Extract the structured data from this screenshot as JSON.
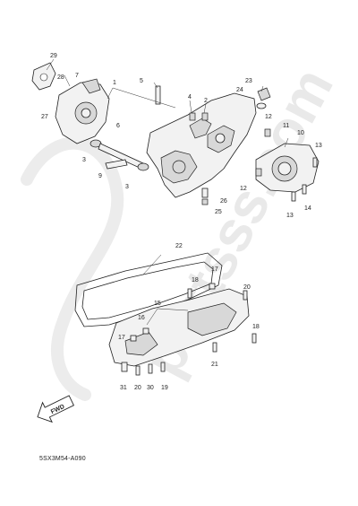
{
  "diagram": {
    "code": "5SX3M54-A090",
    "watermark": "partsss.com",
    "fwd_label": "FWD",
    "callouts": [
      "29",
      "7",
      "28",
      "27",
      "1",
      "5",
      "4",
      "2",
      "23",
      "24",
      "6",
      "3",
      "9",
      "3",
      "10",
      "11",
      "12",
      "13",
      "12",
      "13",
      "14",
      "26",
      "25",
      "22",
      "17",
      "18",
      "20",
      "15",
      "16",
      "17",
      "31",
      "20",
      "30",
      "19",
      "21",
      "18"
    ]
  }
}
